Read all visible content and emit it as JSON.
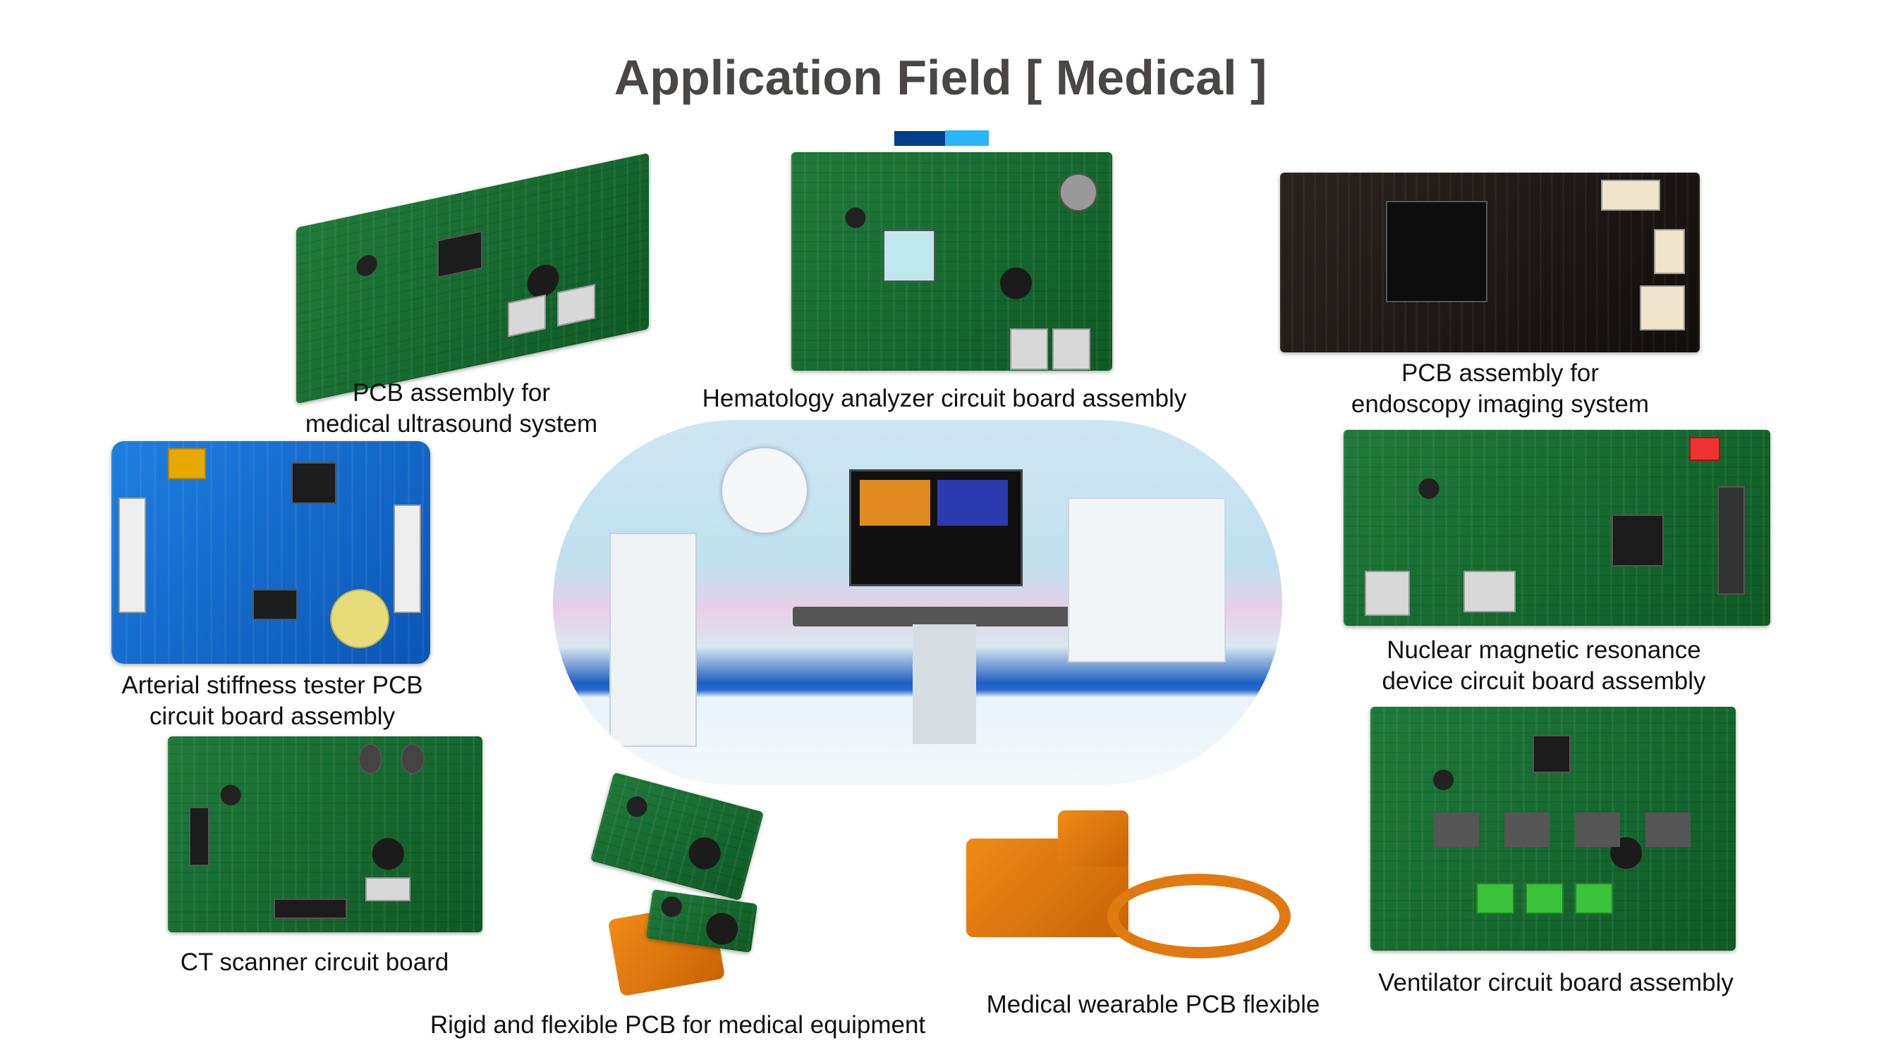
{
  "header": {
    "title": "Application Field [ Medical ]"
  },
  "accent_colors": {
    "dark_blue": "#003f8a",
    "light_blue": "#29b6f6"
  },
  "items": [
    {
      "line1": "PCB assembly for",
      "line2": "medical ultrasound system"
    },
    {
      "line1": "Hematology analyzer circuit board assembly"
    },
    {
      "line1": "PCB assembly for",
      "line2": "endoscopy imaging system"
    },
    {
      "line1": "Arterial stiffness tester PCB",
      "line2": "circuit board assembly"
    },
    {
      "line1": "Nuclear magnetic resonance",
      "line2": "device circuit board assembly"
    },
    {
      "line1": "CT scanner circuit board"
    },
    {
      "line1": "Rigid and flexible PCB for medical equipment"
    },
    {
      "line1": "Medical wearable PCB flexible"
    },
    {
      "line1": "Ventilator circuit board assembly"
    }
  ]
}
